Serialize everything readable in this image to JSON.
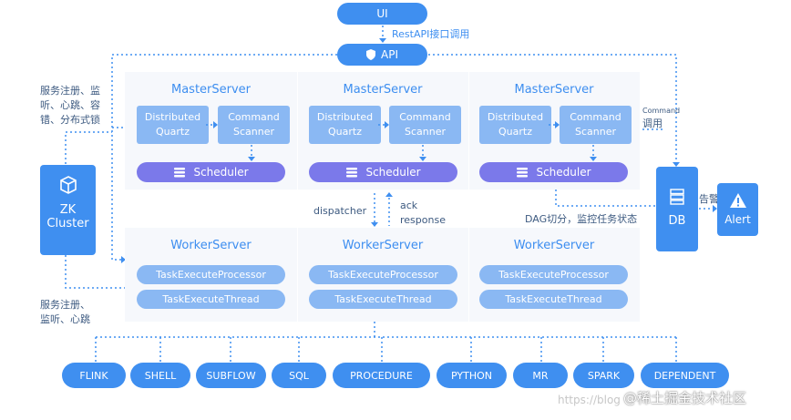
{
  "top": {
    "ui": "UI",
    "rest_api_note": "RestAPI接口调用",
    "api": "API"
  },
  "left_notes": {
    "registry": [
      "服务注册、监",
      "听、心跳、容",
      "错、分布式锁"
    ],
    "registry_bottom": [
      "服务注册、",
      "监听、心跳"
    ]
  },
  "zk": {
    "line1": "ZK",
    "line2": "Cluster"
  },
  "masters": [
    {
      "title": "MasterServer",
      "box1": [
        "Distributed",
        "Quartz"
      ],
      "box2": [
        "Command",
        "Scanner"
      ],
      "scheduler": "Scheduler"
    },
    {
      "title": "MasterServer",
      "box1": [
        "Distributed",
        "Quartz"
      ],
      "box2": [
        "Command",
        "Scanner"
      ],
      "scheduler": "Scheduler"
    },
    {
      "title": "MasterServer",
      "box1": [
        "Distributed",
        "Quartz"
      ],
      "box2": [
        "Command",
        "Scanner"
      ],
      "scheduler": "Scheduler"
    }
  ],
  "workers": [
    {
      "title": "WorkerServer",
      "processor": "TaskExecuteProcessor",
      "thread": "TaskExecuteThread"
    },
    {
      "title": "WorkerServer",
      "processor": "TaskExecuteProcessor",
      "thread": "TaskExecuteThread"
    },
    {
      "title": "WorkerServer",
      "processor": "TaskExecuteProcessor",
      "thread": "TaskExecuteThread"
    }
  ],
  "middle": {
    "dispatcher": "dispatcher",
    "ack": "ack",
    "response": "response"
  },
  "right": {
    "command_en": "Command",
    "command_cn": "调用",
    "dag_note": "DAG切分，监控任务状态",
    "db": "DB",
    "alert_note": "告警",
    "alert": "Alert"
  },
  "task_types": [
    "FLINK",
    "SHELL",
    "SUBFLOW",
    "SQL",
    "PROCEDURE",
    "PYTHON",
    "MR",
    "SPARK",
    "DEPENDENT"
  ],
  "watermark": {
    "url": "https://blog",
    "brand": "@稀土掘金技术社区"
  },
  "colors": {
    "primary": "#3f8ff0",
    "light": "#8ab8f3",
    "scheduler": "#7b79ea",
    "panel": "#f6f8fc"
  },
  "icons": [
    "shield-icon",
    "database-stack-icon",
    "cube-icon",
    "server-icon",
    "warning-icon"
  ]
}
